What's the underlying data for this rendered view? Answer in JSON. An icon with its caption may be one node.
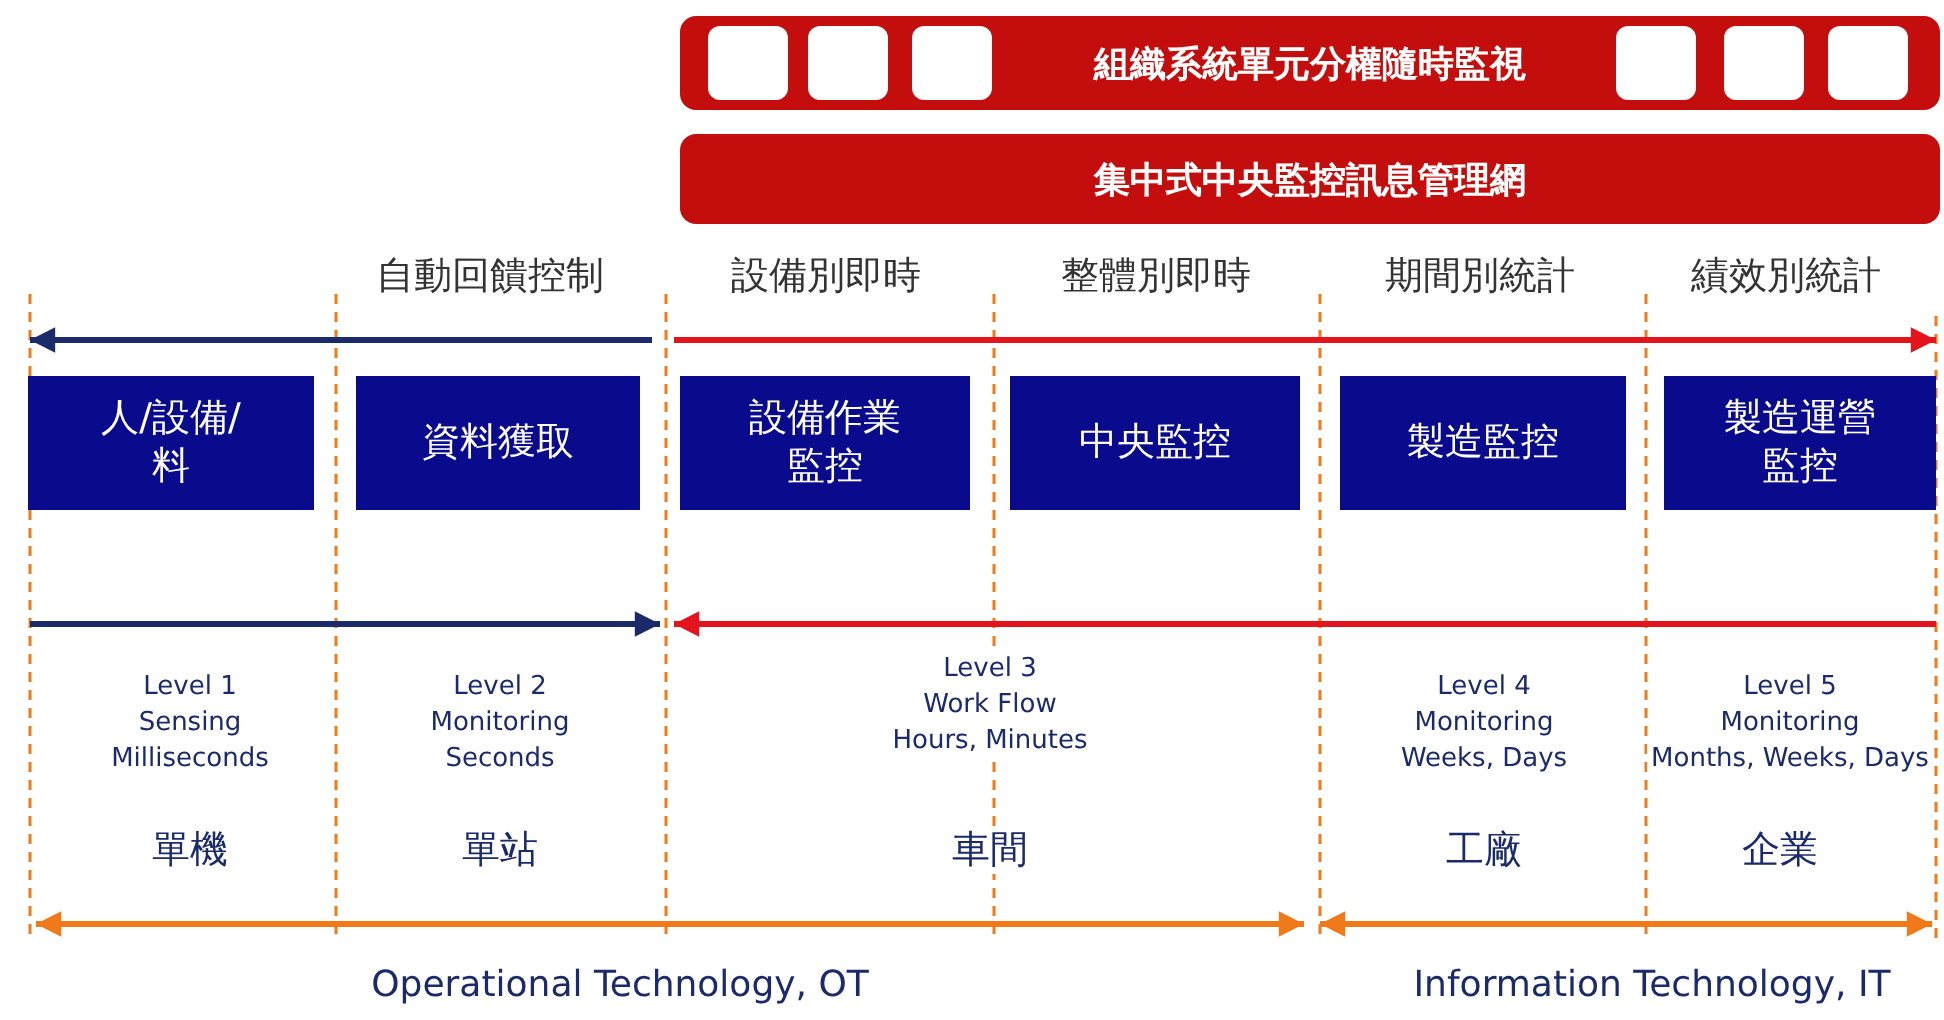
{
  "diagram": {
    "nodes": [
      {
        "text": [
          "組織系統單元分權隨時監視"
        ]
      },
      {
        "text": [
          "集中式中央監控訊息管理網"
        ]
      },
      {
        "text": [
          "人/設備/料"
        ]
      },
      {
        "text": [
          "資料獲取"
        ]
      },
      {
        "text": [
          "設備作業監控"
        ]
      },
      {
        "text": [
          "中央監控"
        ]
      },
      {
        "text": [
          "製造監控"
        ]
      },
      {
        "text": [
          "製造運營監控"
        ]
      }
    ],
    "labels": [
      "自動回饋控制",
      "設備別即時",
      "整體別即時",
      "期間別統計",
      "績效別統計",
      "Level 1",
      "Sensing",
      "Milliseconds",
      "Level 2",
      "Monitoring",
      "Seconds",
      "Level 3",
      "Work Flow",
      "Hours, Minutes",
      "Level 4",
      "Monitoring",
      "Weeks, Days",
      "Level 5",
      "Monitoring",
      "Months, Weeks, Days",
      "單機",
      "單站",
      "車間",
      "工廠",
      "企業",
      "Operational Technology, OT",
      "Information Technology, IT"
    ]
  }
}
